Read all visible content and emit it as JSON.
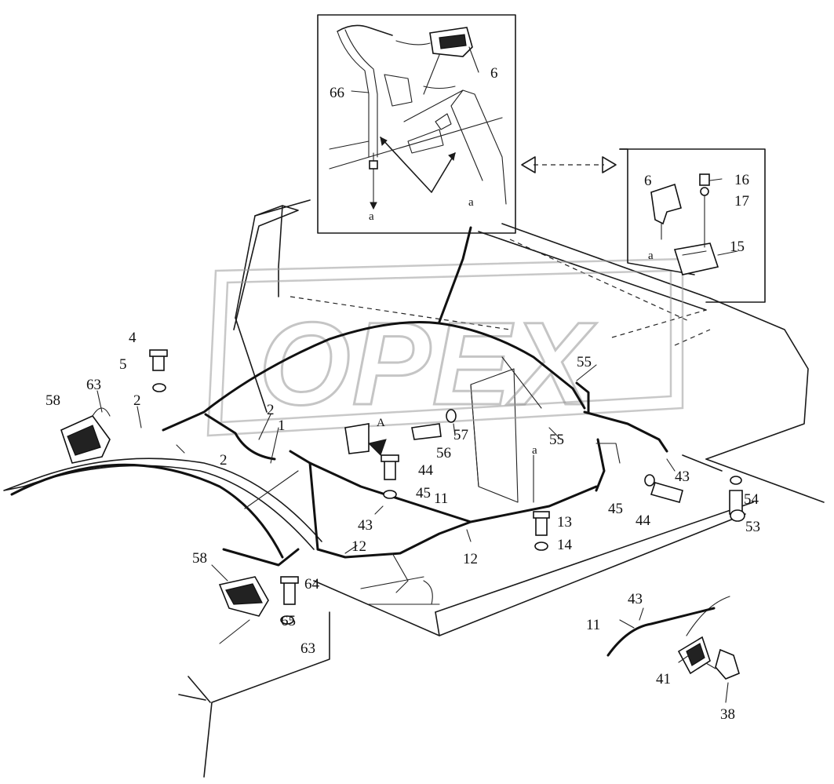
{
  "watermark": "OPEX",
  "labels": {
    "l1": "1",
    "l2a": "2",
    "l2b": "2",
    "l2c": "2",
    "l4": "4",
    "l5": "5",
    "l6a": "6",
    "l6b": "6",
    "l11a": "11",
    "l11b": "11",
    "l12a": "12",
    "l12b": "12",
    "l13": "13",
    "l14": "14",
    "l15": "15",
    "l16": "16",
    "l17": "17",
    "l38": "38",
    "l41": "41",
    "l43a": "43",
    "l43b": "43",
    "l43c": "43",
    "l44a": "44",
    "l44b": "44",
    "l45a": "45",
    "l45b": "45",
    "l53": "53",
    "l54": "54",
    "l55a": "55",
    "l55b": "55",
    "l56": "56",
    "l57": "57",
    "l58a": "58",
    "l58b": "58",
    "l63a": "63",
    "l63b": "63",
    "l64": "64",
    "l65": "65",
    "l66": "66",
    "la1": "a",
    "la2": "a",
    "la3": "a",
    "la4": "a",
    "lA": "A"
  }
}
